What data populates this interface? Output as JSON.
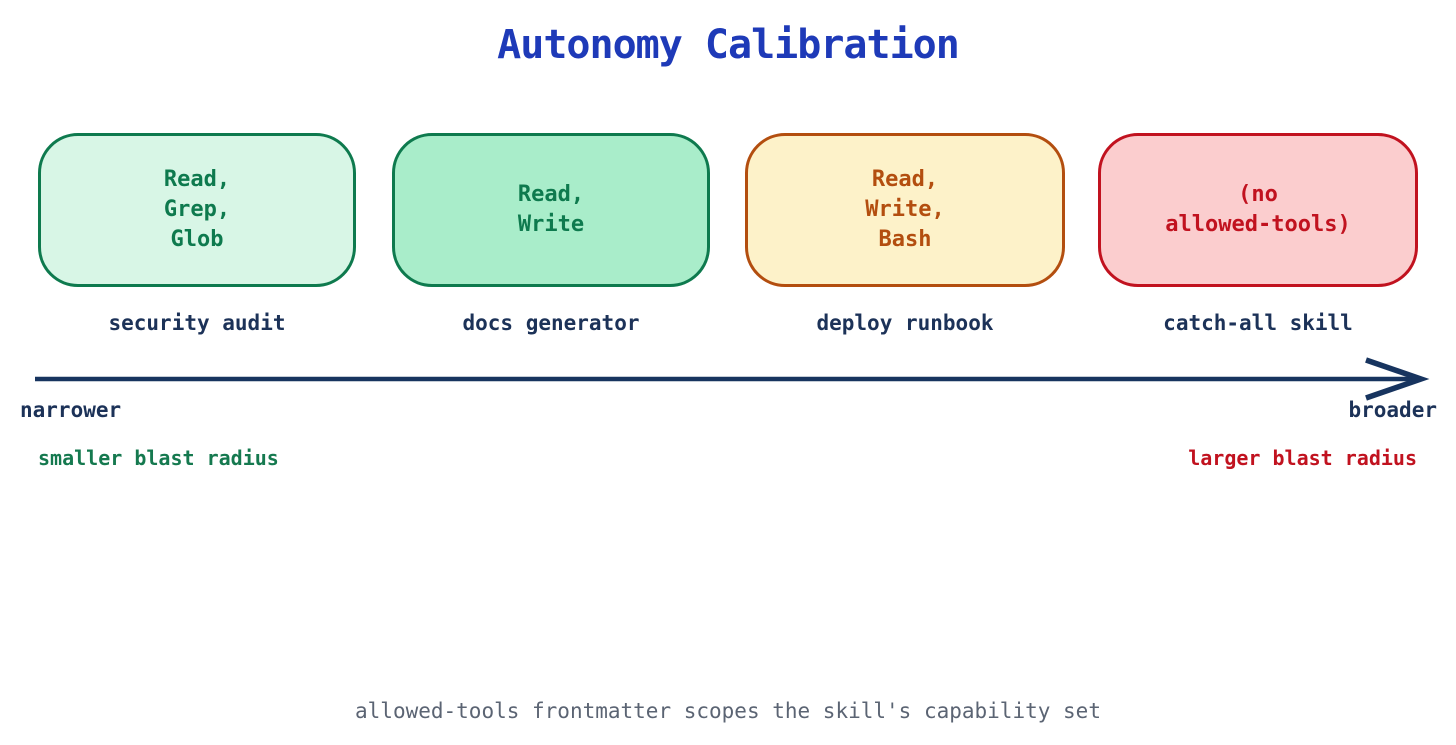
{
  "title": "Autonomy Calibration",
  "colors": {
    "title_blue": "#1e3ab8",
    "navy": "#1c3258",
    "arrow_navy": "#17345f",
    "green": "#0e7a4e",
    "orange": "#b34e0f",
    "red": "#c1121f",
    "caption_gray": "#5b6473"
  },
  "boxes": [
    {
      "tools": "Read,\nGrep,\nGlob",
      "label": "security audit",
      "fill": "#d8f6e6",
      "border": "#0e7a4e",
      "text": "#0e7a4e"
    },
    {
      "tools": "Read,\nWrite",
      "label": "docs generator",
      "fill": "#a9edca",
      "border": "#0e7a4e",
      "text": "#0e7a4e"
    },
    {
      "tools": "Read,\nWrite,\nBash",
      "label": "deploy runbook",
      "fill": "#fdf2c9",
      "border": "#b34e0f",
      "text": "#b34e0f"
    },
    {
      "tools": "(no\nallowed-tools)",
      "label": "catch-all skill",
      "fill": "#fbcdce",
      "border": "#c1121f",
      "text": "#c1121f"
    }
  ],
  "axis": {
    "left_label": "narrower",
    "right_label": "broader",
    "left_annotation": "smaller blast radius",
    "right_annotation": "larger blast radius",
    "left_annotation_color": "#15794f",
    "right_annotation_color": "#c1121f"
  },
  "caption": "allowed-tools frontmatter scopes the skill's capability set"
}
